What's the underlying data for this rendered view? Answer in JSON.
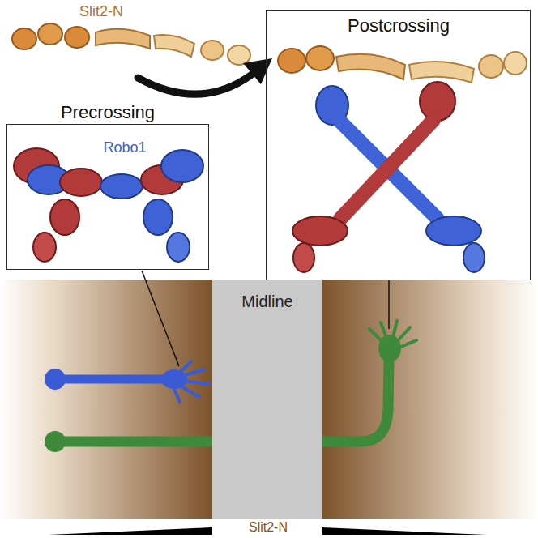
{
  "diagram": {
    "nodes": [
      {
        "text": [
          "Precrossing",
          "Robo1"
        ]
      },
      {
        "text": [
          "Postcrossing"
        ]
      },
      {
        "text": [
          "Midline"
        ]
      }
    ],
    "labels": [
      "Slit2-N",
      "Slit2-N"
    ]
  }
}
